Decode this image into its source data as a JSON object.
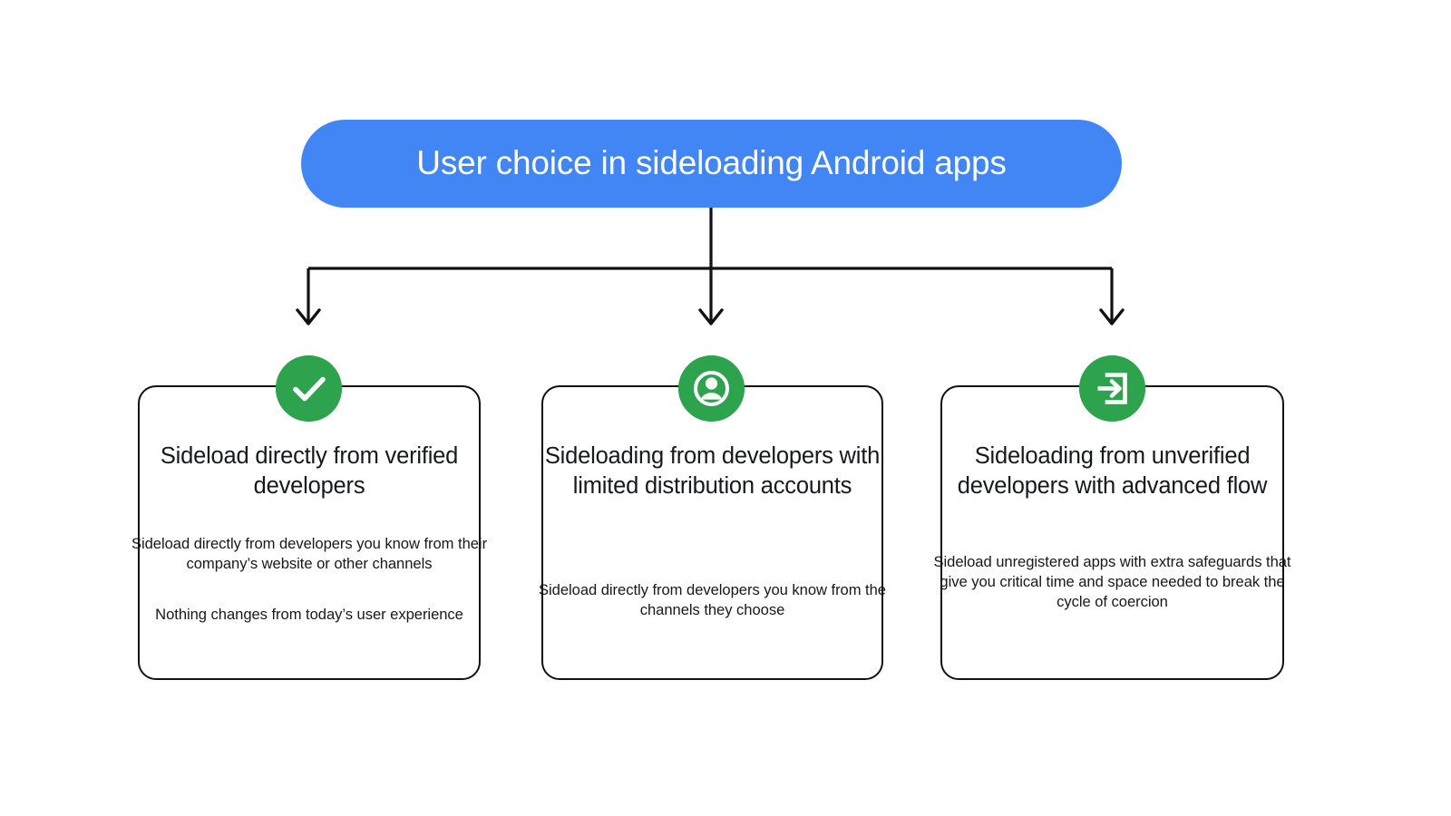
{
  "diagram": {
    "type": "flowchart",
    "orientation": "top-down",
    "title_node": {
      "label": "User choice in sideloading Android apps",
      "shape": "pill",
      "fill_color": "#4285F4",
      "text_color": "#FFFFFF"
    },
    "connector": {
      "style": "orthogonal-elbow",
      "stroke_color": "#111111",
      "arrowhead": "open-chevron",
      "branch_count": 3
    },
    "branches": [
      {
        "id": "verified",
        "icon": "check-circle-icon",
        "icon_color": "#2EA34D",
        "icon_glyph_color": "#FFFFFF",
        "heading": "Sideload directly from verified developers",
        "body": [
          "Sideload directly from developers you know from their company’s website or other channels",
          "Nothing changes from today’s user experience"
        ]
      },
      {
        "id": "limited-distribution",
        "icon": "account-circle-icon",
        "icon_color": "#2EA34D",
        "icon_glyph_color": "#FFFFFF",
        "heading": "Sideloading from developers with limited distribution accounts",
        "body": [
          "Sideload directly from developers you know from the channels they choose"
        ]
      },
      {
        "id": "unverified-advanced",
        "icon": "exit-to-app-icon",
        "icon_color": "#2EA34D",
        "icon_glyph_color": "#FFFFFF",
        "heading": "Sideloading from unverified developers with advanced flow",
        "body": [
          "Sideload unregistered apps with extra safeguards that give you critical time and space needed to break the cycle of coercion"
        ]
      }
    ],
    "colors": {
      "background": "#FFFFFF",
      "accent_blue": "#4285F4",
      "accent_green": "#2EA34D",
      "outline": "#111111",
      "text": "#17181A"
    }
  }
}
